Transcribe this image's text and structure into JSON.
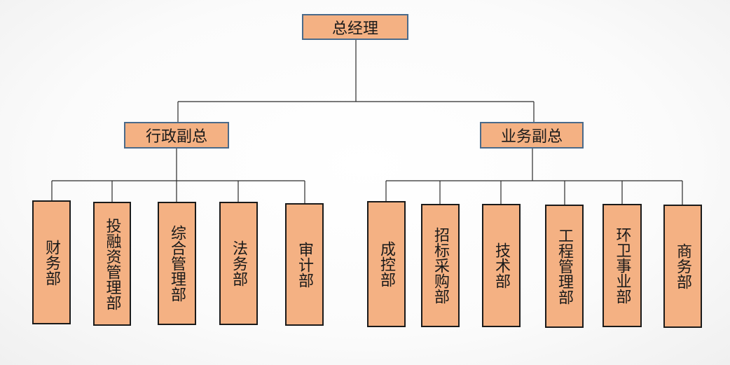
{
  "org_chart": {
    "top": "总经理",
    "vp_admin": "行政副总",
    "vp_business": "业务副总",
    "admin_departments": [
      "财务部",
      "投融资管理部",
      "综合管理部",
      "法务部",
      "审计部"
    ],
    "business_departments": [
      "成控部",
      "招标采购部",
      "技术部",
      "工程管理部",
      "环卫事业部",
      "商务部"
    ]
  },
  "colors": {
    "box_fill": "#f4b183",
    "top_border": "#4a6a8a",
    "dept_border": "#1a1a1a",
    "line": "#2b2b2b"
  }
}
